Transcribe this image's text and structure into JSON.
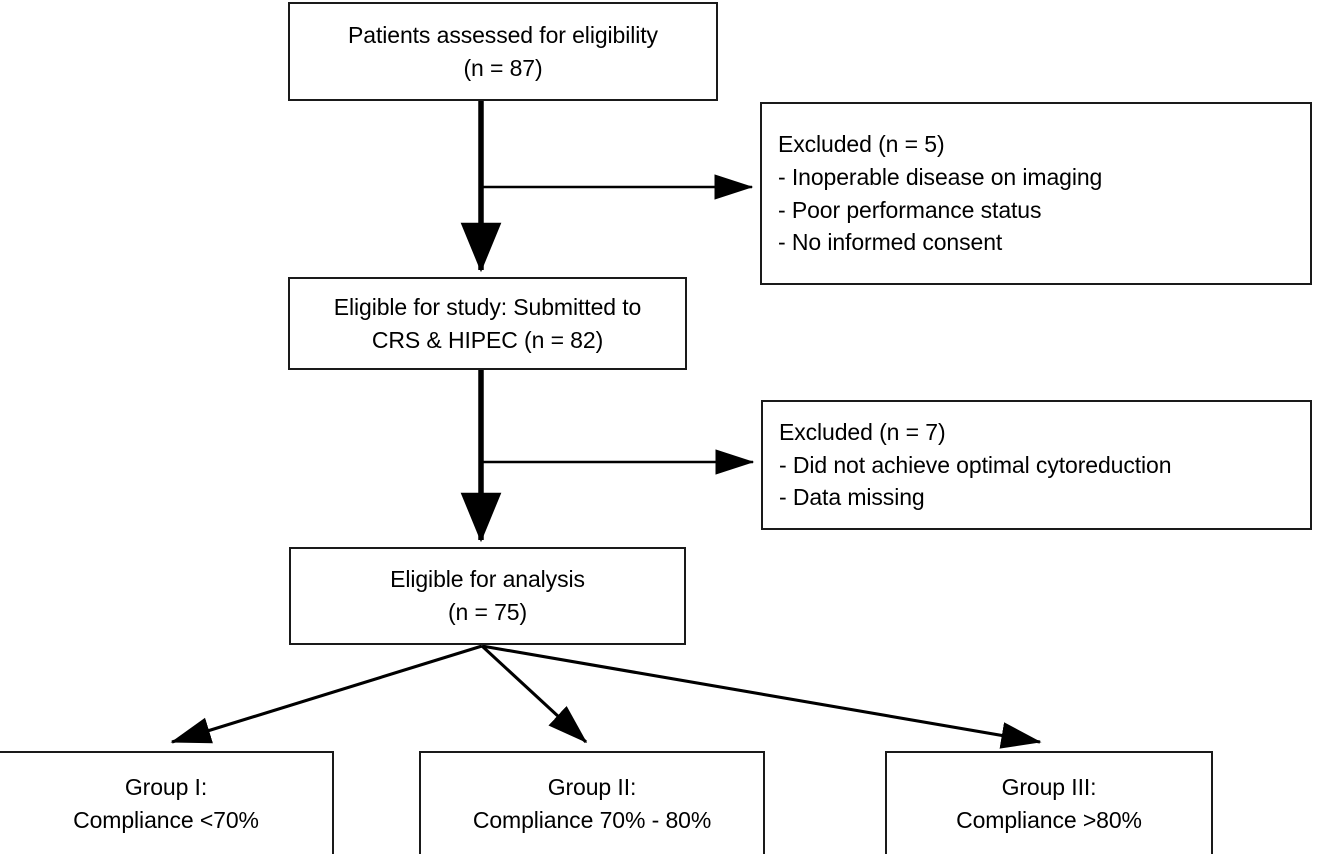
{
  "diagram": {
    "title": "CONSORT-style patient flow diagram",
    "stroke_color": "#1a1a1a",
    "background_color": "#ffffff",
    "nodes": {
      "assessed": {
        "line1": "Patients assessed for eligibility",
        "line2": "(n = 87)"
      },
      "excluded_1": {
        "line1": "Excluded (n = 5)",
        "line2": "- Inoperable disease on imaging",
        "line3": "- Poor performance status",
        "line4": "- No informed consent"
      },
      "eligible_study": {
        "line1": "Eligible for study: Submitted to",
        "line2": "CRS & HIPEC (n = 82)"
      },
      "excluded_2": {
        "line1": "Excluded (n = 7)",
        "line2": "- Did not achieve optimal cytoreduction",
        "line3": "- Data missing"
      },
      "eligible_analysis": {
        "line1": "Eligible for analysis",
        "line2": "(n = 75)"
      },
      "group_1": {
        "line1": "Group I:",
        "line2": "Compliance <70%"
      },
      "group_2": {
        "line1": "Group II:",
        "line2": "Compliance 70% - 80%"
      },
      "group_3": {
        "line1": "Group III:",
        "line2": "Compliance >80%"
      }
    },
    "edges": [
      {
        "name": "assessed-to-eligible",
        "type": "vertical-arrow"
      },
      {
        "name": "assessed-to-excluded-1",
        "type": "horizontal-arrow"
      },
      {
        "name": "eligible-to-analysis",
        "type": "vertical-arrow"
      },
      {
        "name": "eligible-to-excluded-2",
        "type": "horizontal-arrow"
      },
      {
        "name": "analysis-to-group-1",
        "type": "diagonal-arrow"
      },
      {
        "name": "analysis-to-group-2",
        "type": "diagonal-arrow"
      },
      {
        "name": "analysis-to-group-3",
        "type": "diagonal-arrow"
      }
    ]
  }
}
